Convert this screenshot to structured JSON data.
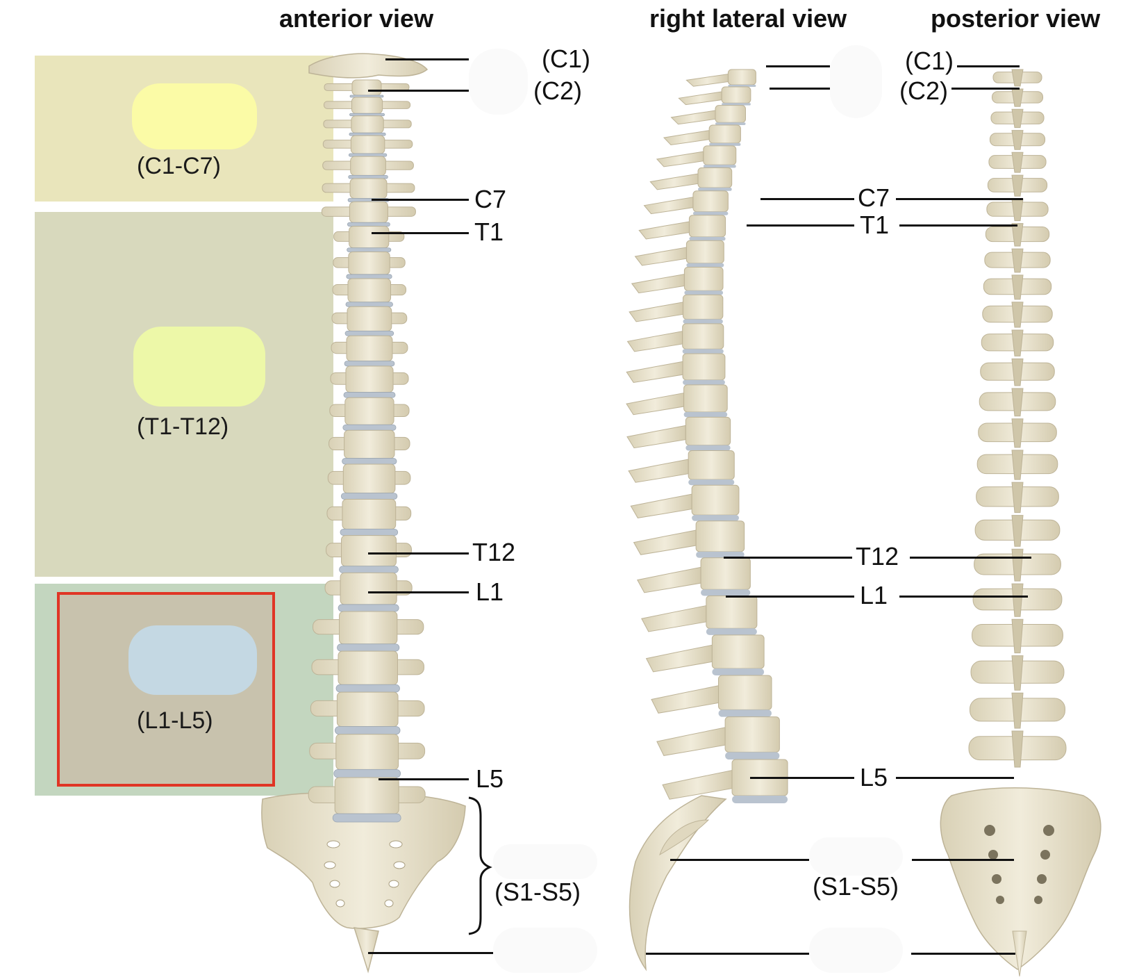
{
  "views": {
    "anterior": "anterior view",
    "lateral": "right lateral view",
    "posterior": "posterior view"
  },
  "regions": {
    "cervical": "(C1-C7)",
    "thoracic": "(T1-T12)",
    "lumbar": "(L1-L5)"
  },
  "labels": {
    "c1": "(C1)",
    "c2": "(C2)",
    "c7": "C7",
    "t1": "T1",
    "t12": "T12",
    "l1": "L1",
    "l5": "L5",
    "sacrum": "(S1-S5)"
  },
  "colors": {
    "cervical_band": "#e9e5bb",
    "thoracic_band": "#d8d9bd",
    "lumbar_band": "#c3d6bf",
    "lumbar_box": "#c8c2ad",
    "highlight_border": "#e03525",
    "cervical_blob": "#fbfba6",
    "thoracic_blob": "#edf8a8",
    "lumbar_blob": "#c4d8e3",
    "bone": "#e8e2cc",
    "disc": "#b9c3cf"
  }
}
